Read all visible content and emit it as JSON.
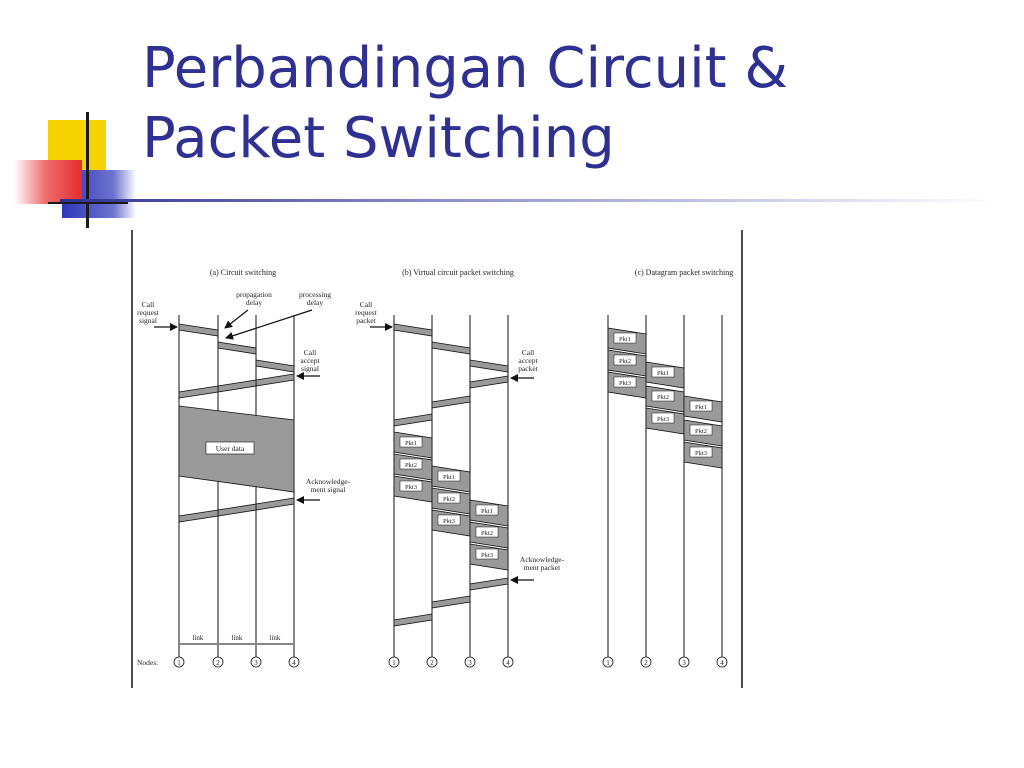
{
  "slide": {
    "title_line1": "Perbandingan Circuit &",
    "title_line2": "Packet Switching"
  },
  "figure": {
    "panel_a": {
      "caption": "(a) Circuit switching",
      "call_request": [
        "Call",
        "request",
        "signal"
      ],
      "propagation_delay": [
        "propagation",
        "delay"
      ],
      "processing_delay": [
        "processing",
        "delay"
      ],
      "call_accept": [
        "Call",
        "accept",
        "signal"
      ],
      "user_data": "User data",
      "acknowledgement": [
        "Acknowledge-",
        "ment signal"
      ],
      "link_label": "link",
      "nodes_label": "Nodes:"
    },
    "panel_b": {
      "caption": "(b) Virtual circuit packet switching",
      "call_request": [
        "Call",
        "request",
        "packet"
      ],
      "call_accept": [
        "Call",
        "accept",
        "packet"
      ],
      "acknowledgement": [
        "Acknowledge-",
        "ment packet"
      ]
    },
    "panel_c": {
      "caption": "(c) Datagram packet switching"
    },
    "packets": [
      "Pkt1",
      "Pkt2",
      "Pkt3"
    ],
    "nodes": [
      "1",
      "2",
      "3",
      "4"
    ]
  }
}
